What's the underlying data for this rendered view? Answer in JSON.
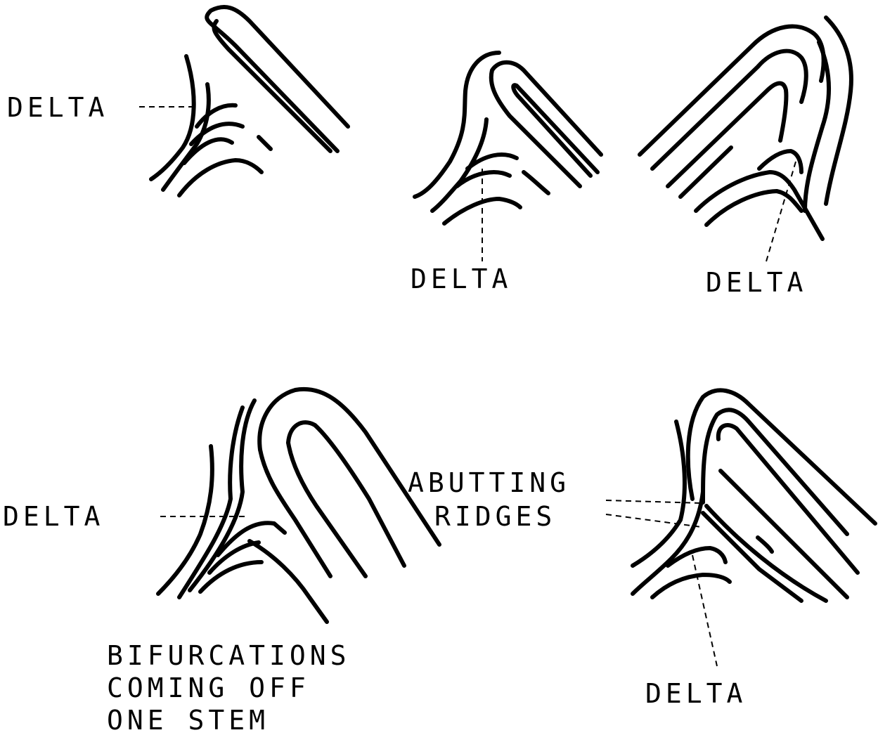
{
  "labels": {
    "delta_1": "DELTA",
    "delta_2": "DELTA",
    "delta_3": "DELTA",
    "delta_4": "DELTA",
    "delta_5": "DELTA",
    "abutting_line1": "ABUTTING",
    "abutting_line2": "RIDGES",
    "bifurcations_line1": "BIFURCATIONS",
    "bifurcations_line2": "COMING OFF",
    "bifurcations_line3": "ONE STEM"
  },
  "colors": {
    "ink": "#000000",
    "background": "#ffffff"
  }
}
